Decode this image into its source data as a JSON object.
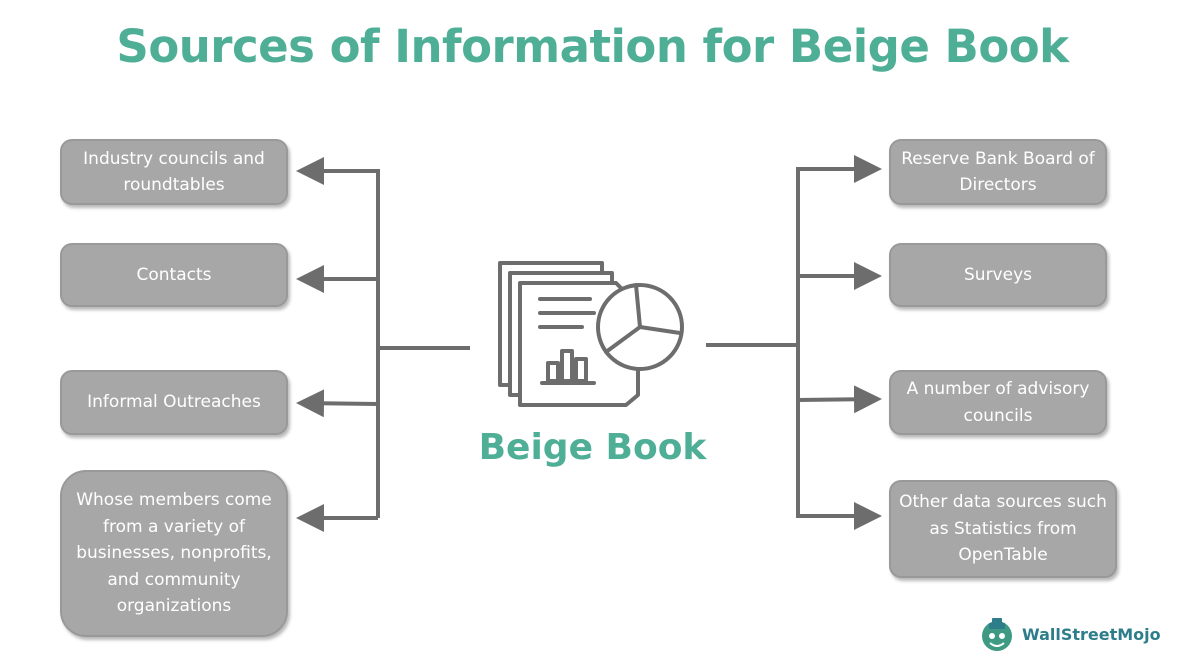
{
  "title": "Sources of Information for Beige Book",
  "center": {
    "label": "Beige Book",
    "icon": "report-document-icon"
  },
  "left_sources": [
    "Industry councils and roundtables",
    "Contacts",
    "Informal Outreaches",
    "Whose members come from a variety of businesses, nonprofits, and community organizations"
  ],
  "right_sources": [
    "Reserve Bank Board of Directors",
    "Surveys",
    "A number of advisory councils",
    "Other data sources such as Statistics from OpenTable"
  ],
  "logo": {
    "text": "WallStreetMojo",
    "icon": "mascot-logo-icon"
  },
  "colors": {
    "accent": "#4fae96",
    "box_fill": "#a7a7a7",
    "connector": "#6d6d6d",
    "logo_text": "#2d7d8a"
  }
}
